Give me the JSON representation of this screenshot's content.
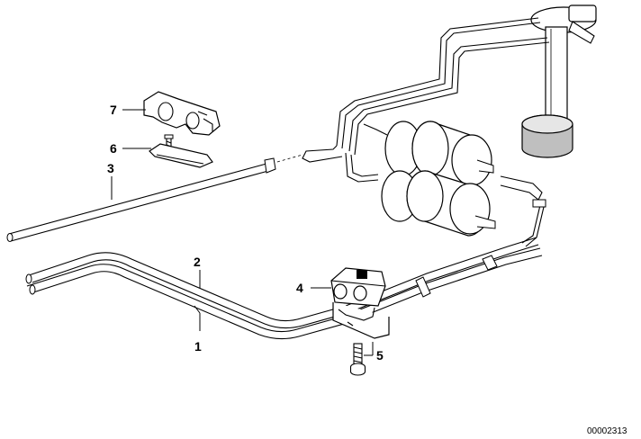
{
  "callouts": {
    "c1": "1",
    "c2": "2",
    "c3": "3",
    "c4": "4",
    "c5": "5",
    "c6": "6",
    "c7": "7"
  },
  "reference_number": "00002313",
  "colors": {
    "line": "#000000",
    "paper": "#ffffff",
    "shade": "#bfbfbf"
  }
}
